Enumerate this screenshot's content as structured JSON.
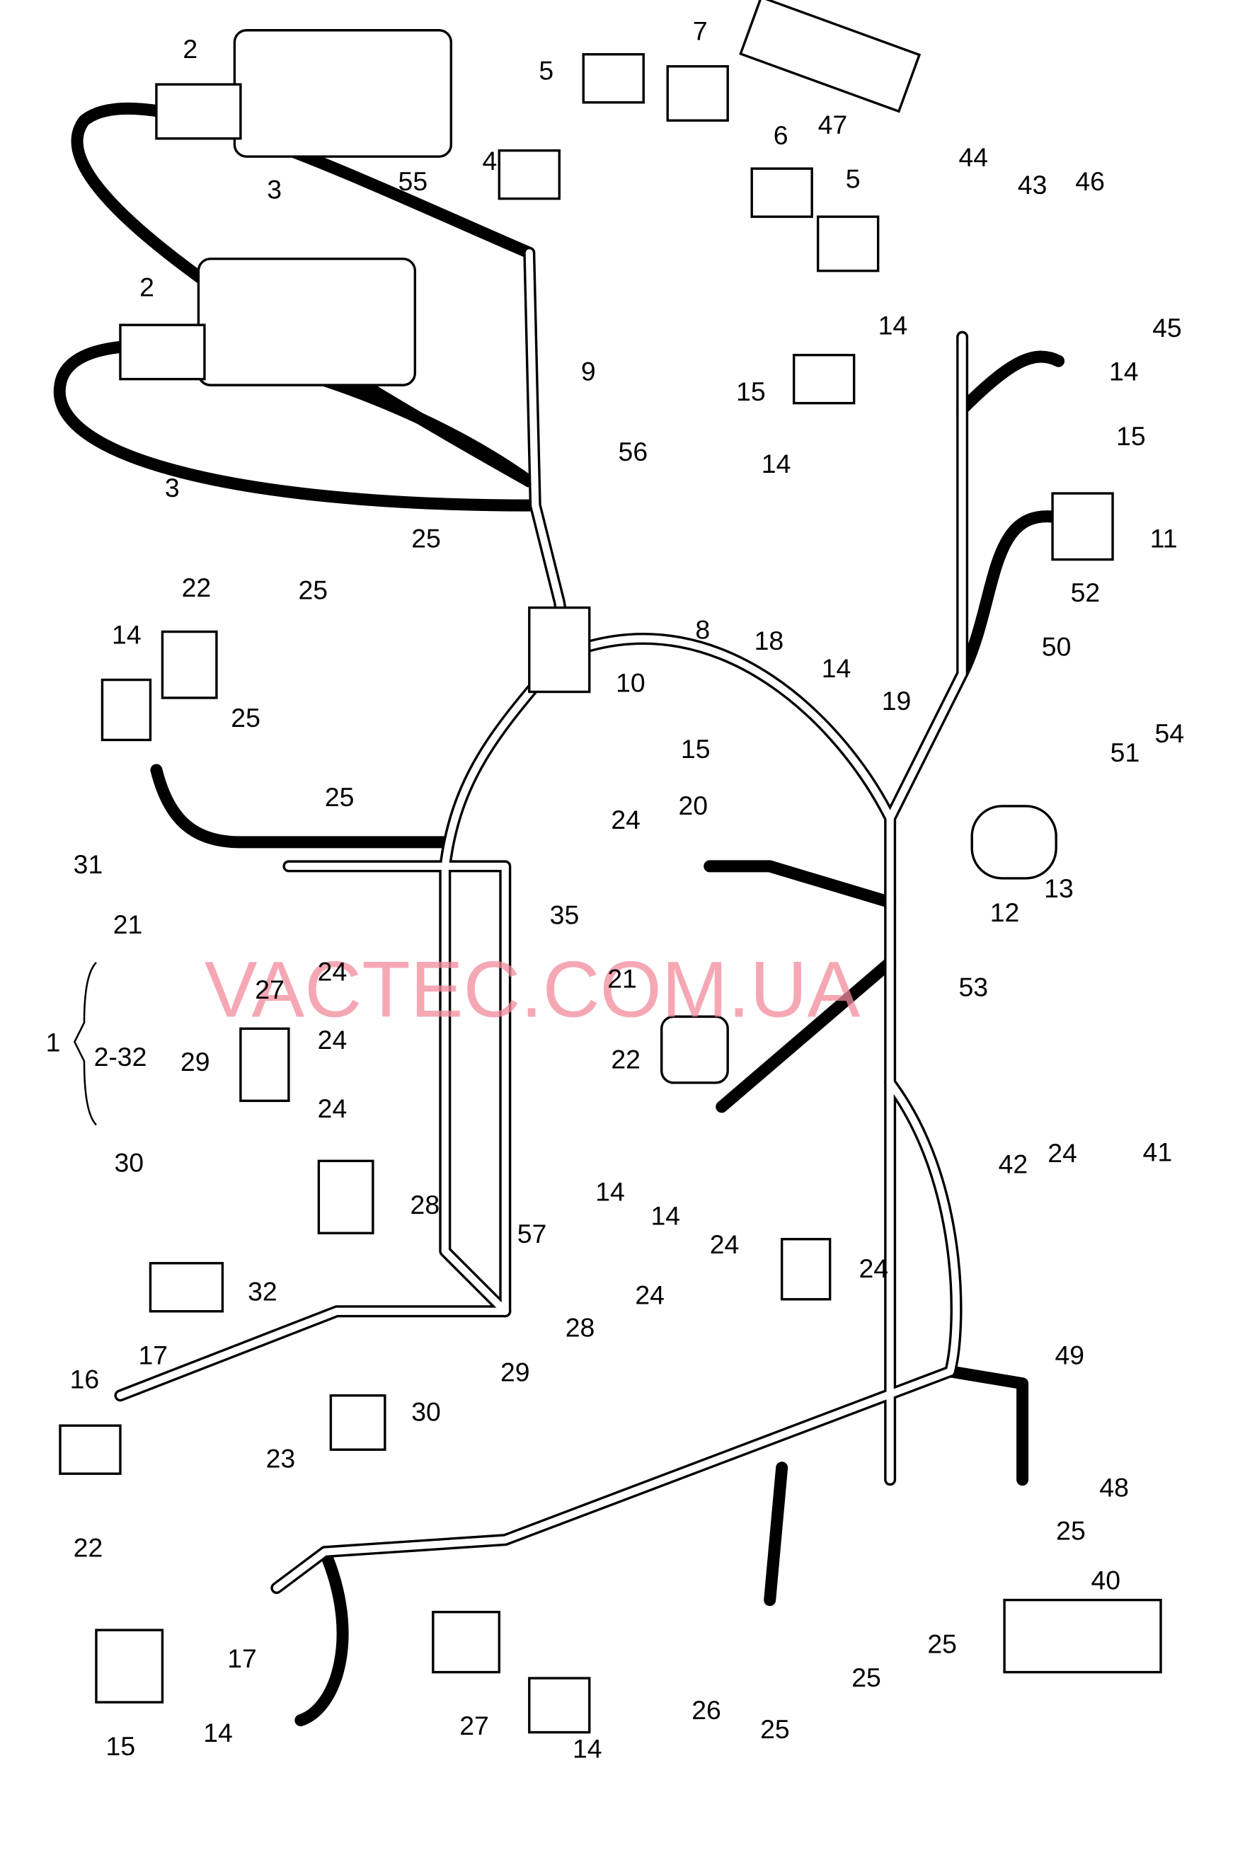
{
  "diagram": {
    "watermark": "VACTEC.COM.UA",
    "group_label": "1",
    "group_range": "2-32",
    "callouts": [
      "2",
      "3",
      "5",
      "7",
      "47",
      "4",
      "44",
      "43",
      "46",
      "55",
      "6",
      "5",
      "2",
      "3",
      "9",
      "14",
      "14",
      "45",
      "15",
      "15",
      "56",
      "14",
      "25",
      "11",
      "22",
      "25",
      "8",
      "18",
      "52",
      "14",
      "14",
      "10",
      "50",
      "25",
      "19",
      "15",
      "51",
      "54",
      "25",
      "24",
      "20",
      "31",
      "12",
      "13",
      "35",
      "21",
      "24",
      "21",
      "53",
      "27",
      "24",
      "22",
      "29",
      "24",
      "24",
      "14",
      "42",
      "41",
      "30",
      "14",
      "28",
      "57",
      "24",
      "24",
      "24",
      "32",
      "28",
      "49",
      "17",
      "16",
      "29",
      "30",
      "23",
      "48",
      "25",
      "22",
      "40",
      "17",
      "25",
      "25",
      "26",
      "27",
      "25",
      "15",
      "14",
      "14"
    ]
  }
}
